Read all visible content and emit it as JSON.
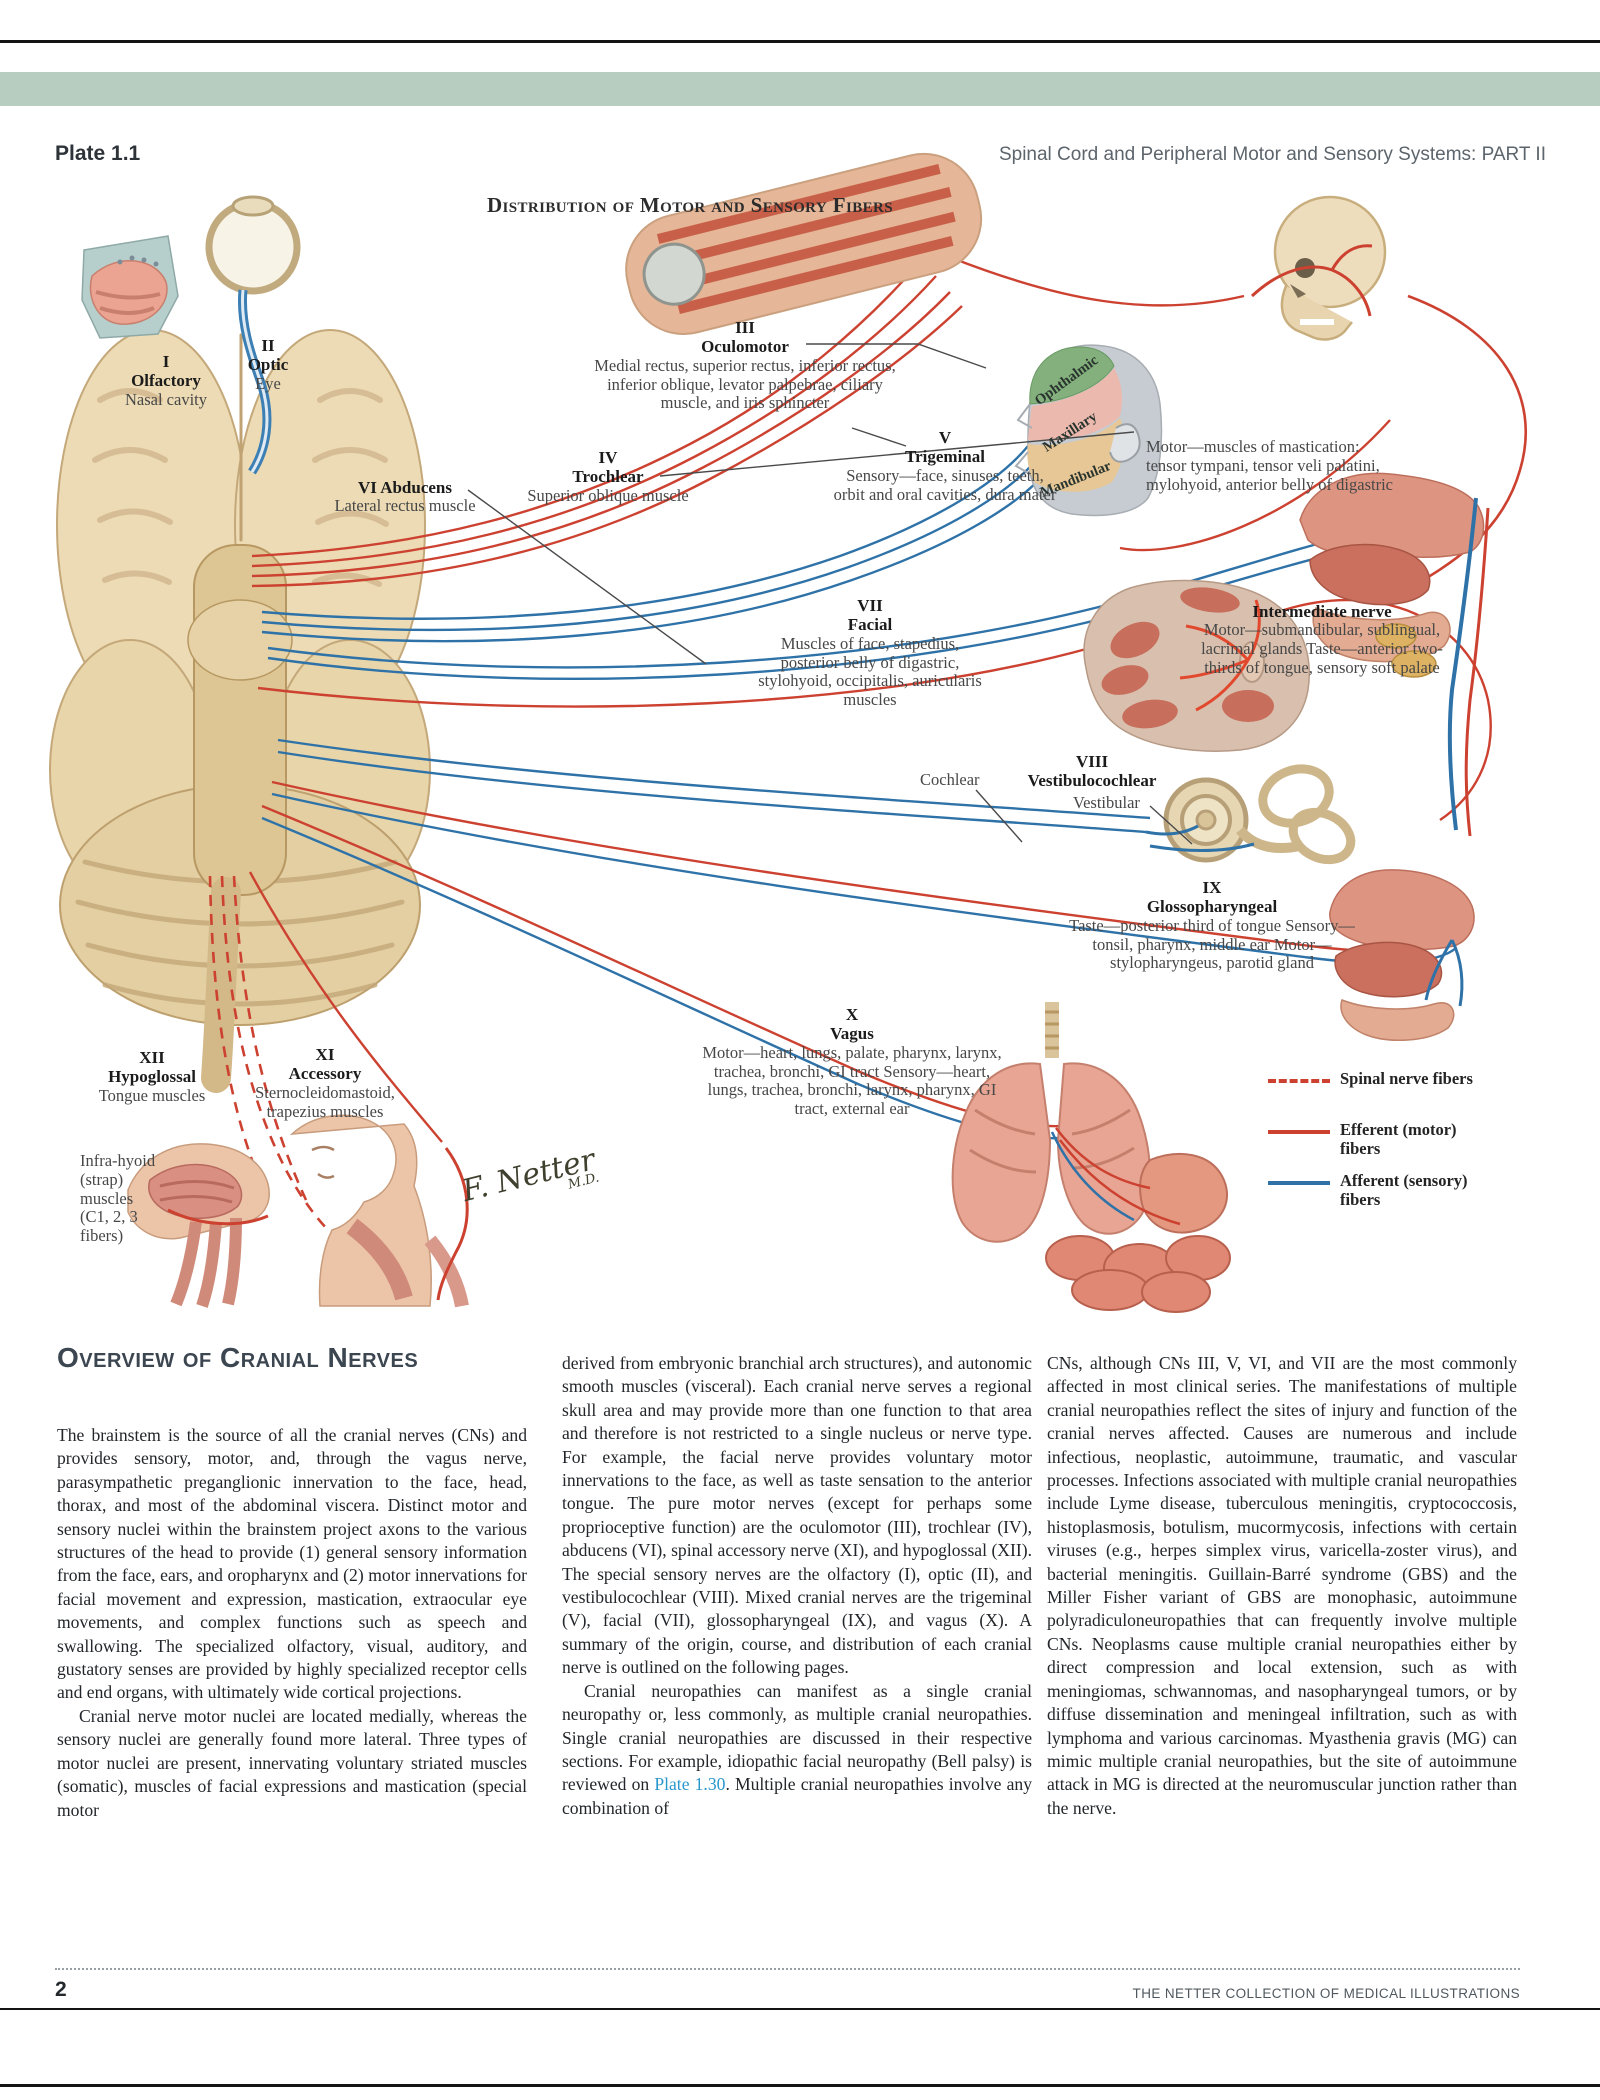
{
  "header": {
    "plate": "Plate 1.1",
    "running_title": "Spinal Cord and Peripheral Motor and Sensory Systems: PART II"
  },
  "figure": {
    "title": "Distribution of Motor and Sensory Fibers",
    "signature": {
      "name": "F. Netter",
      "suffix": "M.D."
    },
    "labels": {
      "olfactory": {
        "numeral": "I",
        "name": "Olfactory",
        "detail": "Nasal cavity"
      },
      "optic": {
        "numeral": "II",
        "name": "Optic",
        "detail": "Eye"
      },
      "oculomotor": {
        "numeral": "III",
        "name": "Oculomotor",
        "detail": "Medial rectus, superior rectus, inferior rectus, inferior oblique, levator palpebrae, ciliary muscle, and iris sphincter"
      },
      "trochlear": {
        "numeral": "IV",
        "name": "Trochlear",
        "detail": "Superior oblique muscle"
      },
      "abducens": {
        "name": "VI Abducens",
        "detail": "Lateral rectus muscle"
      },
      "trigeminal": {
        "numeral": "V",
        "name": "Trigeminal",
        "detail": "Sensory—face, sinuses, teeth, orbit and oral cavities, dura mater",
        "divisions": [
          "Ophthalmic",
          "Maxillary",
          "Mandibular"
        ],
        "motor_note": "Motor—muscles of mastication: tensor tympani, tensor veli palatini, mylohyoid, anterior belly of digastric"
      },
      "facial": {
        "numeral": "VII",
        "name": "Facial",
        "detail": "Muscles of face, stapedius, posterior belly of digastric, stylohyoid, occipitalis, auricularis muscles"
      },
      "intermediate": {
        "name": "Intermediate nerve",
        "detail": "Motor—submandibular, sublingual, lacrimal glands Taste—anterior two-thirds of tongue, sensory soft palate"
      },
      "vestibulocochlear": {
        "numeral": "VIII",
        "name": "Vestibulocochlear",
        "cochlear": "Cochlear",
        "vestibular": "Vestibular"
      },
      "glossopharyngeal": {
        "numeral": "IX",
        "name": "Glossopharyngeal",
        "detail": "Taste—posterior third of tongue Sensory—tonsil, pharynx, middle ear Motor—stylopharyngeus, parotid gland"
      },
      "vagus": {
        "numeral": "X",
        "name": "Vagus",
        "detail": "Motor—heart, lungs, palate, pharynx, larynx, trachea, bronchi, GI tract Sensory—heart, lungs, trachea, bronchi, larynx, pharynx, GI tract, external ear"
      },
      "accessory": {
        "numeral": "XI",
        "name": "Accessory",
        "detail": "Sternocleidomastoid, trapezius muscles"
      },
      "hypoglossal": {
        "numeral": "XII",
        "name": "Hypoglossal",
        "detail": "Tongue muscles"
      },
      "infrahyoid": "Infra-hyoid (strap) muscles (C1, 2, 3 fibers)"
    },
    "legend": [
      {
        "style": "dashed-red",
        "label": "Spinal nerve fibers"
      },
      {
        "style": "solid-red",
        "label": "Efferent (motor) fibers"
      },
      {
        "style": "solid-blue",
        "label": "Afferent (sensory) fibers"
      }
    ],
    "colors": {
      "band_green": "#b6cdbf",
      "efferent_red": "#cc4130",
      "afferent_blue": "#2e72a8",
      "link_blue": "#2996cc"
    }
  },
  "article": {
    "heading": "Overview of Cranial Nerves",
    "col1": {
      "p1": "The brainstem is the source of all the cranial nerves (CNs) and provides sensory, motor, and, through the vagus nerve, parasympathetic preganglionic innervation to the face, head, thorax, and most of the abdominal viscera. Distinct motor and sensory nuclei within the brainstem project axons to the various structures of the head to provide (1) general sensory information from the face, ears, and oropharynx and (2) motor innervations for facial movement and expression, mastication, extraocular eye movements, and complex functions such as speech and swallowing. The specialized olfactory, visual, auditory, and gustatory senses are provided by highly specialized receptor cells and end organs, with ultimately wide cortical projections.",
      "p2": "Cranial nerve motor nuclei are located medially, whereas the sensory nuclei are generally found more lateral. Three types of motor nuclei are present, innervating voluntary striated muscles (somatic), muscles of facial expressions and mastication (special motor"
    },
    "col2": {
      "p1": "derived from embryonic branchial arch structures), and autonomic smooth muscles (visceral). Each cranial nerve serves a regional skull area and may provide more than one function to that area and therefore is not restricted to a single nucleus or nerve type. For example, the facial nerve provides voluntary motor innervations to the face, as well as taste sensation to the anterior tongue. The pure motor nerves (except for perhaps some proprioceptive function) are the oculomotor (III), trochlear (IV), abducens (VI), spinal accessory nerve (XI), and hypoglossal (XII). The special sensory nerves are the olfactory (I), optic (II), and vestibulocochlear (VIII). Mixed cranial nerves are the trigeminal (V), facial (VII), glossopharyngeal (IX), and vagus (X). A summary of the origin, course, and distribution of each cranial nerve is outlined on the following pages.",
      "p2_before": "Cranial neuropathies can manifest as a single cranial neuropathy or, less commonly, as multiple cranial neuropathies. Single cranial neuropathies are discussed in their respective sections. For example, idiopathic facial neuropathy (Bell palsy) is reviewed on ",
      "p2_link": "Plate 1.30",
      "p2_after": ". Multiple cranial neuropathies involve any combination of"
    },
    "col3": {
      "p1": "CNs, although CNs III, V, VI, and VII are the most commonly affected in most clinical series. The manifestations of multiple cranial neuropathies reflect the sites of injury and function of the cranial nerves affected. Causes are numerous and include infectious, neoplastic, autoimmune, traumatic, and vascular processes. Infections associated with multiple cranial neuropathies include Lyme disease, tuberculous meningitis, cryptococcosis, histoplasmosis, botulism, mucormycosis, infections with certain viruses (e.g., herpes simplex virus, varicella-zoster virus), and bacterial meningitis. Guillain-Barré syndrome (GBS) and the Miller Fisher variant of GBS are monophasic, autoimmune polyradiculoneuropathies that can frequently involve multiple CNs. Neoplasms cause multiple cranial neuropathies either by direct compression and local extension, such as with meningiomas, schwannomas, and nasopharyngeal tumors, or by diffuse dissemination and meningeal infiltration, such as with lymphoma and various carcinomas. Myasthenia gravis (MG) can mimic multiple cranial neuropathies, but the site of autoimmune attack in MG is directed at the neuromuscular junction rather than the nerve."
    }
  },
  "footer": {
    "page_number": "2",
    "imprint": "THE NETTER COLLECTION OF MEDICAL ILLUSTRATIONS"
  }
}
